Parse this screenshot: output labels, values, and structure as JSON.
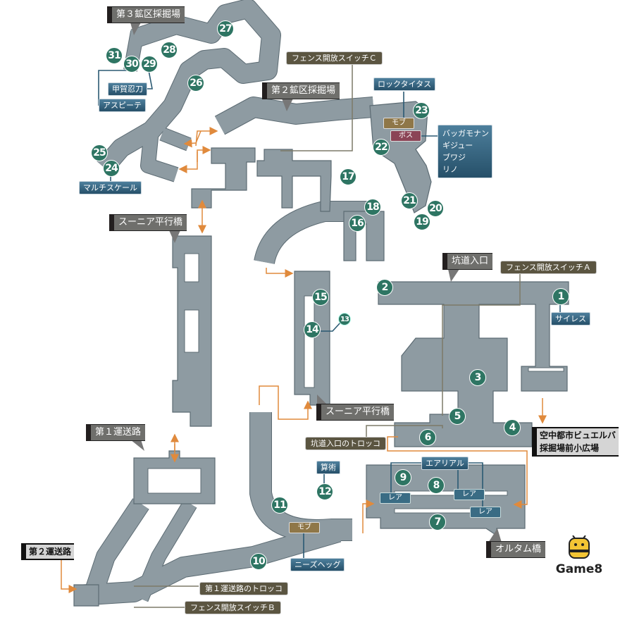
{
  "areas": {
    "mine3": "第３鉱区採掘場",
    "mine2": "第２鉱区採掘場",
    "sunia_bridge_1": "スーニア平行橋",
    "sunia_bridge_2": "スーニア平行橋",
    "tunnel_entrance": "坑道入口",
    "transport1": "第１運送路",
    "transport2": "第２運送路",
    "ortam_bridge": "オルタム橋",
    "bhujerba_line1": "空中都市ビュエルバ",
    "bhujerba_line2": "採掘場前小広場"
  },
  "switches": {
    "fence_a": "フェンス開放スイッチＡ",
    "fence_b": "フェンス開放スイッチＢ",
    "fence_c": "フェンス開放スイッチＣ",
    "trolley_tunnel": "坑道入口のトロッコ",
    "trolley_transport1": "第１運送路のトロッコ"
  },
  "enemies": {
    "rocktitus": "ロックタイタス",
    "boss_list": [
      "バッガモナン",
      "ギジュー",
      "ブワジ",
      "リノ"
    ],
    "kouga": "甲賀忍刀",
    "aspidochelone": "アスピーテ",
    "multiscale": "マルチスケール",
    "silence": "サイレス",
    "arithmetic": "算術",
    "aerial": "エアリアル",
    "nidhogg": "ニーズヘッグ"
  },
  "tags": {
    "mob": "モブ",
    "boss": "ボス",
    "rare": "レア"
  },
  "markers": [
    "1",
    "2",
    "3",
    "4",
    "5",
    "6",
    "7",
    "8",
    "9",
    "10",
    "11",
    "12",
    "13",
    "14",
    "15",
    "16",
    "17",
    "18",
    "19",
    "20",
    "21",
    "22",
    "23",
    "24",
    "25",
    "26",
    "27",
    "28",
    "29",
    "30",
    "31"
  ],
  "logo": "Game8",
  "colors": {
    "corridor": "#8e9ba2",
    "outline": "#5c6b73",
    "marker": "#2e7563",
    "arrow": "#e08a3c"
  }
}
